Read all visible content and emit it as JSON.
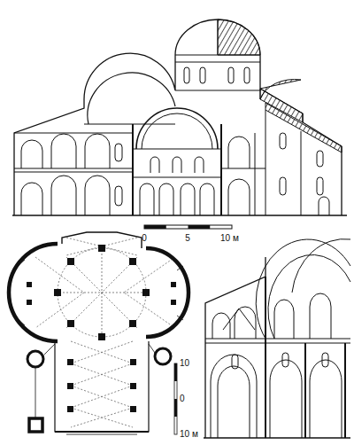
{
  "diagram": {
    "labels": [
      "0",
      "5",
      "10 м",
      "10",
      "0",
      "10 м"
    ]
  }
}
